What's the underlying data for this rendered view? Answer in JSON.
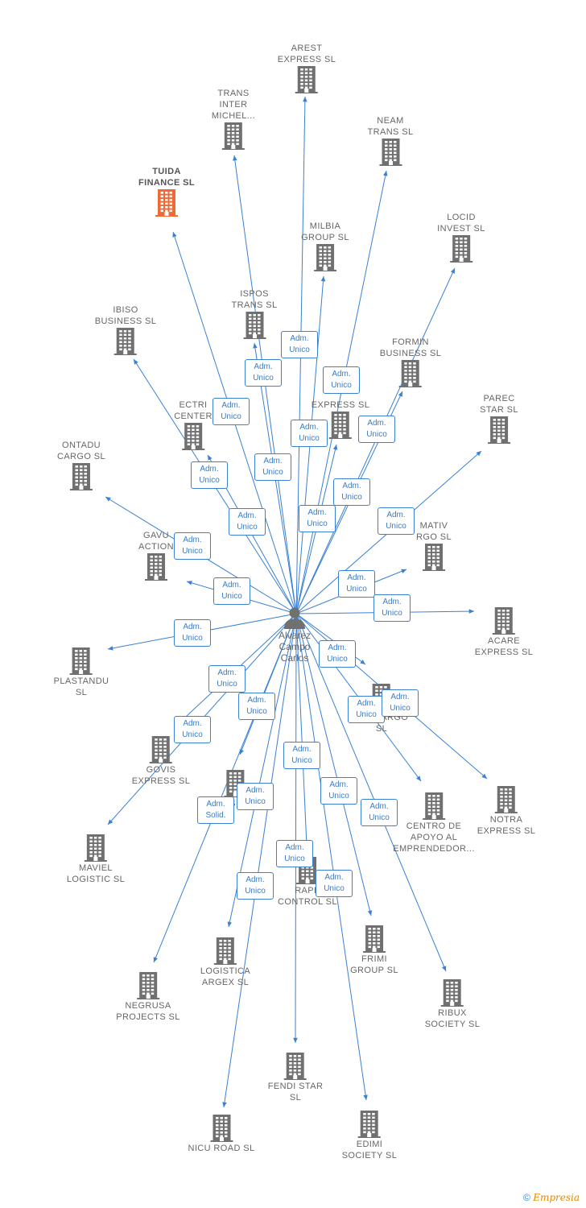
{
  "person": {
    "name": "Alvarez\nCampo\nCarlos"
  },
  "colors": {
    "edge": "#3a80d4",
    "building": "#707070",
    "building_highlight": "#f06a35"
  },
  "companies": [
    {
      "id": "arest",
      "name": "AREST\nEXPRESS  SL"
    },
    {
      "id": "trans_inter",
      "name": "TRANS\nINTER\nMICHEL..."
    },
    {
      "id": "neam",
      "name": "NEAM\nTRANS  SL"
    },
    {
      "id": "tuida",
      "name": "TUIDA\nFINANCE  SL",
      "highlight": true
    },
    {
      "id": "milbia",
      "name": "MILBIA\nGROUP  SL"
    },
    {
      "id": "locid",
      "name": "LOCID\nINVEST  SL"
    },
    {
      "id": "ispos",
      "name": "ISPOS\nTRANS  SL"
    },
    {
      "id": "ibiso",
      "name": "IBISO\nBUSINESS  SL"
    },
    {
      "id": "formin",
      "name": "FORMIN\nBUSINESS  SL"
    },
    {
      "id": "ectri",
      "name": "ECTRI\nCENTER"
    },
    {
      "id": "express_mid",
      "name": "EXPRESS  SL"
    },
    {
      "id": "parec",
      "name": "PAREC\nSTAR  SL"
    },
    {
      "id": "ontadu",
      "name": "ONTADU\nCARGO  SL"
    },
    {
      "id": "mativ",
      "name": "MATIV\nRGO  SL"
    },
    {
      "id": "gavu",
      "name": "GAVU\nACTION"
    },
    {
      "id": "acare",
      "name": "ACARE\nEXPRESS  SL"
    },
    {
      "id": "plastandu",
      "name": "PLASTANDU\nSL"
    },
    {
      "id": "emi_cargo",
      "name": "EMI CARGO\nSL"
    },
    {
      "id": "govis",
      "name": "GOVIS\nEXPRESS  SL"
    },
    {
      "id": "logistics_mid",
      "name": "ICS  SL"
    },
    {
      "id": "centro",
      "name": "CENTRO DE\nAPOYO AL\nEMPRENDEDOR..."
    },
    {
      "id": "notra",
      "name": "NOTRA\nEXPRESS  SL"
    },
    {
      "id": "maviel",
      "name": "MAVIEL\nLOGISTIC  SL"
    },
    {
      "id": "rape",
      "name": "RAPE\nCONTROL  SL"
    },
    {
      "id": "logistica_argex",
      "name": "LOGISTICA\nARGEX  SL"
    },
    {
      "id": "frimi",
      "name": "FRIMI\nGROUP  SL"
    },
    {
      "id": "negrusa",
      "name": "NEGRUSA\nPROJECTS  SL"
    },
    {
      "id": "ribux",
      "name": "RIBUX\nSOCIETY  SL"
    },
    {
      "id": "fendi",
      "name": "FENDI STAR\nSL"
    },
    {
      "id": "nicu",
      "name": "NICU ROAD  SL"
    },
    {
      "id": "edimi",
      "name": "EDIMI\nSOCIETY  SL"
    }
  ],
  "role_labels": [
    "Adm.\nUnico",
    "Adm.\nUnico",
    "Adm.\nUnico",
    "Adm.\nUnico",
    "Adm.\nUnico",
    "Adm.\nUnico",
    "Adm.\nUnico",
    "Adm.\nUnico",
    "Adm.\nUnico",
    "Adm.\nUnico",
    "Adm.\nUnico",
    "Adm.\nUnico",
    "Adm.\nUnico",
    "Adm.\nUnico",
    "Adm.\nUnico",
    "Adm.\nUnico",
    "Adm.\nUnico",
    "Adm.\nUnico",
    "Adm.\nUnico",
    "Adm.\nUnico",
    "Adm.\nUnico",
    "Adm.\nUnico",
    "Adm.\nUnico",
    "Adm.\nUnico",
    "Adm.\nUnico",
    "Adm.\nUnico",
    "Adm.\nUnico",
    "Adm.\nUnico",
    "Adm.\nUnico",
    "Adm.\nSolid.",
    "Adm.\nUnico"
  ],
  "footer": {
    "copyright": "©",
    "brand": "Empresia"
  }
}
